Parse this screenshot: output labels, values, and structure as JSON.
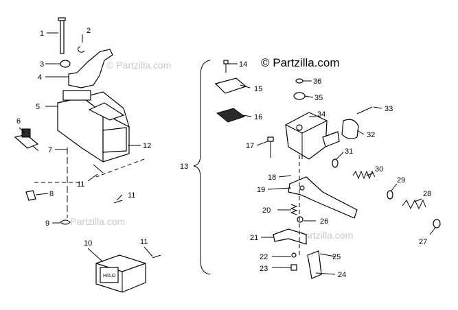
{
  "copyright": "© Partzilla.com",
  "watermarks": [
    "© Partzilla.com",
    "© Partzilla.com",
    "© Partzilla.com"
  ],
  "switch_label": "HI/LO",
  "callouts": {
    "c1": "1",
    "c2": "2",
    "c3": "3",
    "c4": "4",
    "c5": "5",
    "c6": "6",
    "c7": "7",
    "c8": "8",
    "c9": "9",
    "c10": "10",
    "c11a": "11",
    "c11b": "11",
    "c11c": "11",
    "c12": "12",
    "c13": "13",
    "c14": "14",
    "c15": "15",
    "c16": "16",
    "c17": "17",
    "c18": "18",
    "c19": "19",
    "c20": "20",
    "c21": "21",
    "c22": "22",
    "c23": "23",
    "c24": "24",
    "c25": "25",
    "c26": "26",
    "c27": "27",
    "c28": "28",
    "c29": "29",
    "c30": "30",
    "c31": "31",
    "c32": "32",
    "c33": "33",
    "c34": "34",
    "c35": "35",
    "c36": "36"
  }
}
